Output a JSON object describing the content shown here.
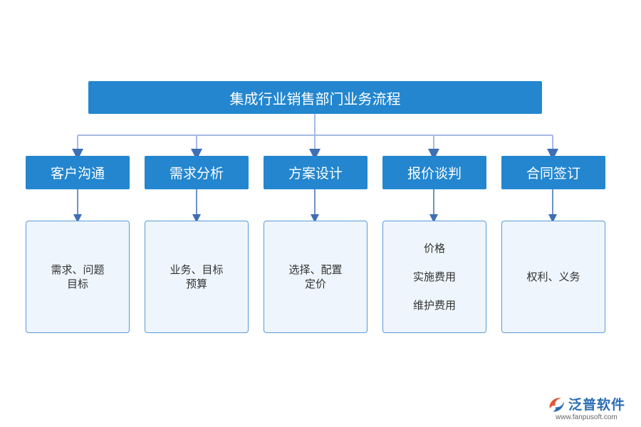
{
  "title": "集成行业销售部门业务流程",
  "colors": {
    "box_fill": "#2386cf",
    "connector": "#a7b9e4",
    "arrow": "#3f6fb5",
    "detail_border": "#5a9bd8",
    "detail_fill": "#eef5fc"
  },
  "stages": [
    {
      "label": "客户沟通",
      "details": [
        "需求、问题",
        "目标"
      ]
    },
    {
      "label": "需求分析",
      "details": [
        "业务、目标",
        "预算"
      ]
    },
    {
      "label": "方案设计",
      "details": [
        "选择、配置",
        "定价"
      ]
    },
    {
      "label": "报价谈判",
      "details": [
        "价格",
        "实施费用",
        "维护费用"
      ]
    },
    {
      "label": "合同签订",
      "details": [
        "权利、义务"
      ]
    }
  ],
  "logo": {
    "name": "泛普软件",
    "url": "www.fanpusoft.com",
    "icon": "fanpu-logo-icon"
  }
}
